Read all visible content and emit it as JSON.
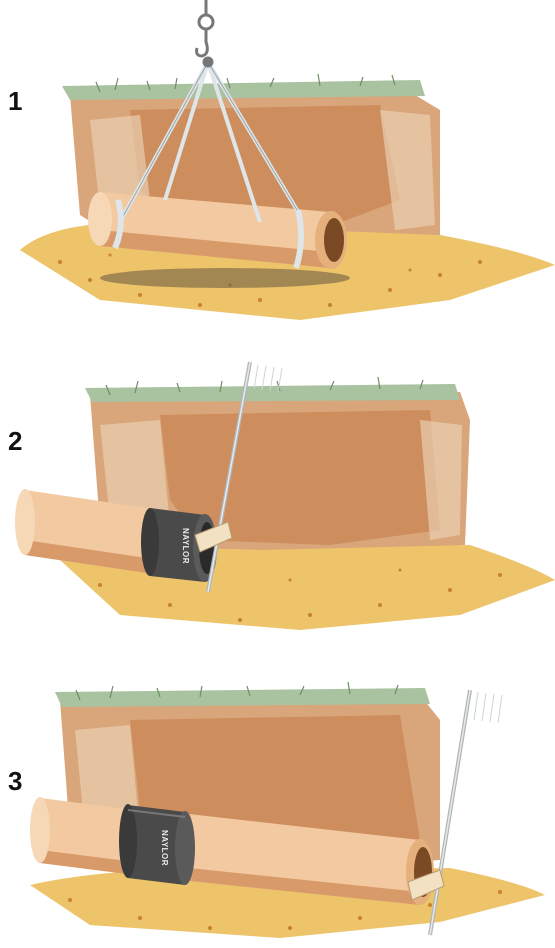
{
  "steps": [
    {
      "number": "1",
      "scene": "pipe-lowered-by-crane-slings"
    },
    {
      "number": "2",
      "scene": "coupling-fitted-with-lever-bar"
    },
    {
      "number": "3",
      "scene": "pipes-joined-by-coupling"
    }
  ],
  "coupling_brand": "NAYLOR",
  "colors": {
    "pipe": "#f2c9a0",
    "pipe_shadow": "#d99a6a",
    "soil": "#c87a43",
    "soil_light": "#e8c9a4",
    "gravel": "#e2a93a",
    "grass": "#8fae86",
    "coupling": "#4a4a4a",
    "sling": "#dfe6e9",
    "hook": "#888888"
  }
}
